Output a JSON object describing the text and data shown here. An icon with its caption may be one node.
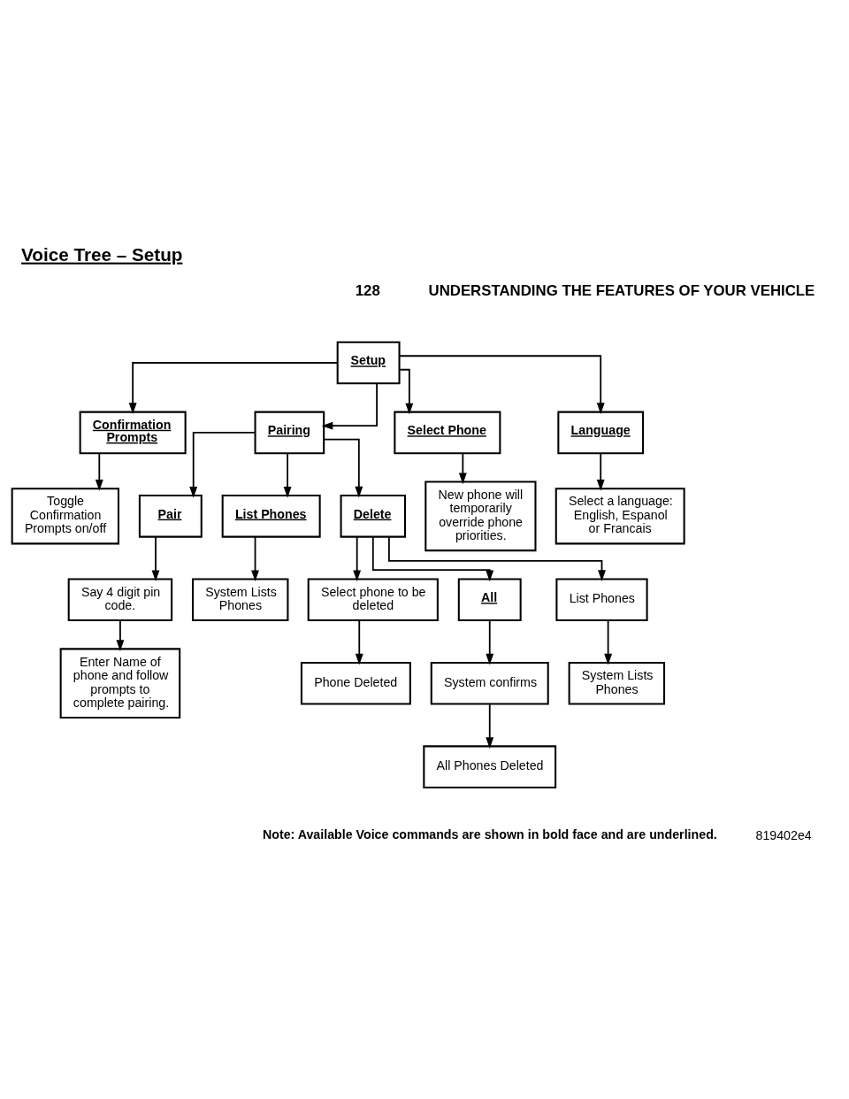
{
  "diagram": {
    "title": "Voice Tree – Setup",
    "nodes": [
      {
        "text": [
          "Setup"
        ]
      },
      {
        "text": [
          "Confirmation Prompts"
        ]
      },
      {
        "text": [
          "Pairing"
        ]
      },
      {
        "text": [
          "Select Phone"
        ]
      },
      {
        "text": [
          "Language"
        ]
      },
      {
        "text": [
          "Toggle Confirmation Prompts on/off"
        ]
      },
      {
        "text": [
          "Pair"
        ]
      },
      {
        "text": [
          "List Phones"
        ]
      },
      {
        "text": [
          "Delete"
        ]
      },
      {
        "text": [
          "New phone will temporarily override phone priorities."
        ]
      },
      {
        "text": [
          "Select a language: English, Espanol or Francais"
        ]
      },
      {
        "text": [
          "Say 4 digit pin code."
        ]
      },
      {
        "text": [
          "System Lists Phones"
        ]
      },
      {
        "text": [
          "Select phone to be deleted"
        ]
      },
      {
        "text": [
          "All"
        ]
      },
      {
        "text": [
          "List Phones"
        ]
      },
      {
        "text": [
          "Enter Name of phone and follow prompts to complete pairing."
        ]
      },
      {
        "text": [
          "Phone Deleted"
        ]
      },
      {
        "text": [
          "System confirms"
        ]
      },
      {
        "text": [
          "System Lists Phones"
        ]
      },
      {
        "text": [
          "All Phones Deleted"
        ]
      }
    ],
    "edges": [
      {
        "from": 0,
        "to": 1,
        "arrow": "to"
      },
      {
        "from": 0,
        "to": 2,
        "arrow": "to"
      },
      {
        "from": 0,
        "to": 3,
        "arrow": "to"
      },
      {
        "from": 0,
        "to": 4,
        "arrow": "to"
      },
      {
        "from": 1,
        "to": 5,
        "arrow": "to"
      },
      {
        "from": 2,
        "to": 6,
        "arrow": "to"
      },
      {
        "from": 2,
        "to": 7,
        "arrow": "to"
      },
      {
        "from": 2,
        "to": 8,
        "arrow": "to"
      },
      {
        "from": 3,
        "to": 9,
        "arrow": "to"
      },
      {
        "from": 4,
        "to": 10,
        "arrow": "to"
      },
      {
        "from": 6,
        "to": 11,
        "arrow": "to"
      },
      {
        "from": 7,
        "to": 12,
        "arrow": "to"
      },
      {
        "from": 8,
        "to": 13,
        "arrow": "to"
      },
      {
        "from": 8,
        "to": 14,
        "arrow": "to"
      },
      {
        "from": 8,
        "to": 15,
        "arrow": "to"
      },
      {
        "from": 11,
        "to": 16,
        "arrow": "to"
      },
      {
        "from": 13,
        "to": 17,
        "arrow": "to"
      },
      {
        "from": 14,
        "to": 18,
        "arrow": "to"
      },
      {
        "from": 15,
        "to": 19,
        "arrow": "to"
      },
      {
        "from": 18,
        "to": 20,
        "arrow": "to"
      }
    ],
    "labels": [
      "128",
      "UNDERSTANDING THE FEATURES OF YOUR VEHICLE",
      "Note: Available Voice commands are shown in bold face and are underlined.",
      "819402e4"
    ]
  }
}
